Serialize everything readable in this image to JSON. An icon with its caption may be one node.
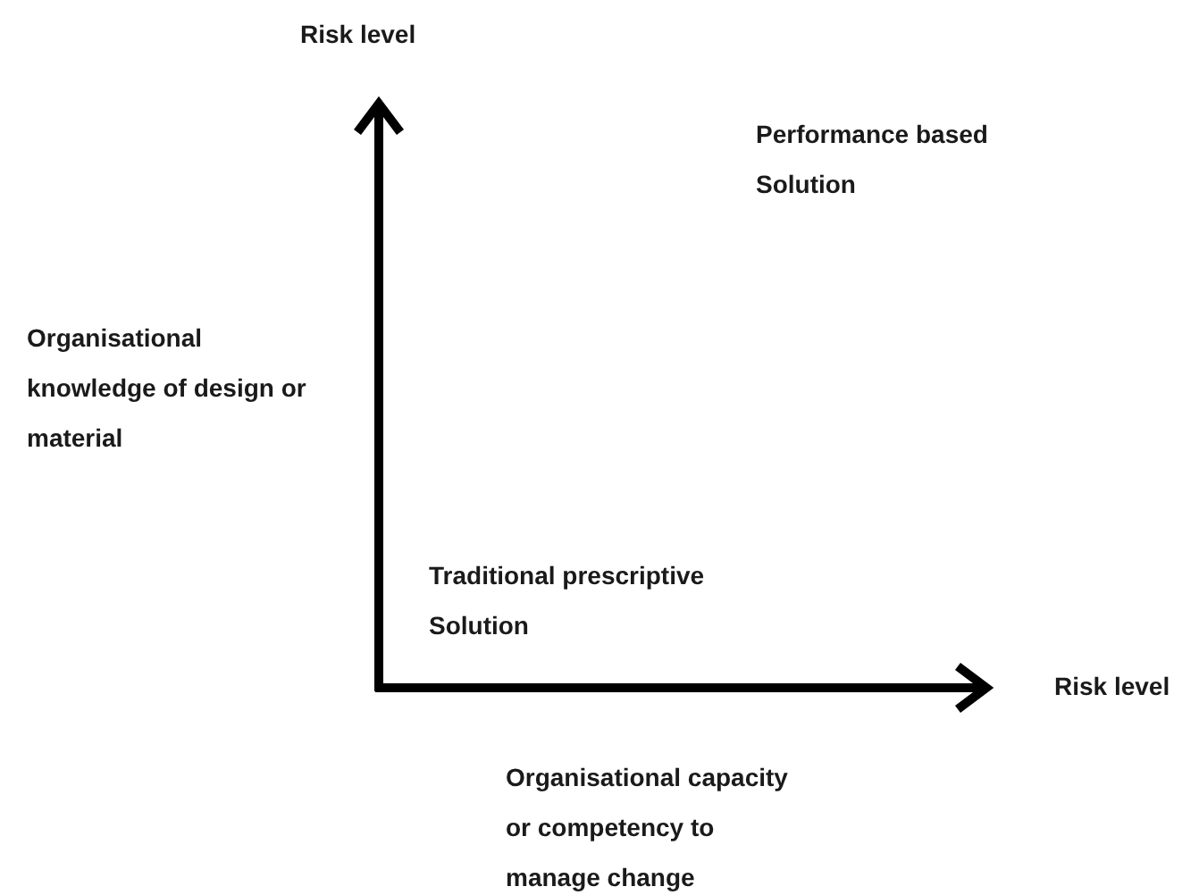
{
  "diagram": {
    "labels": [
      "Risk level",
      "Performance based Solution",
      "Organisational knowledge of design or material",
      "Traditional prescriptive Solution",
      "Risk level",
      "Organisational capacity or competency to manage change"
    ]
  }
}
